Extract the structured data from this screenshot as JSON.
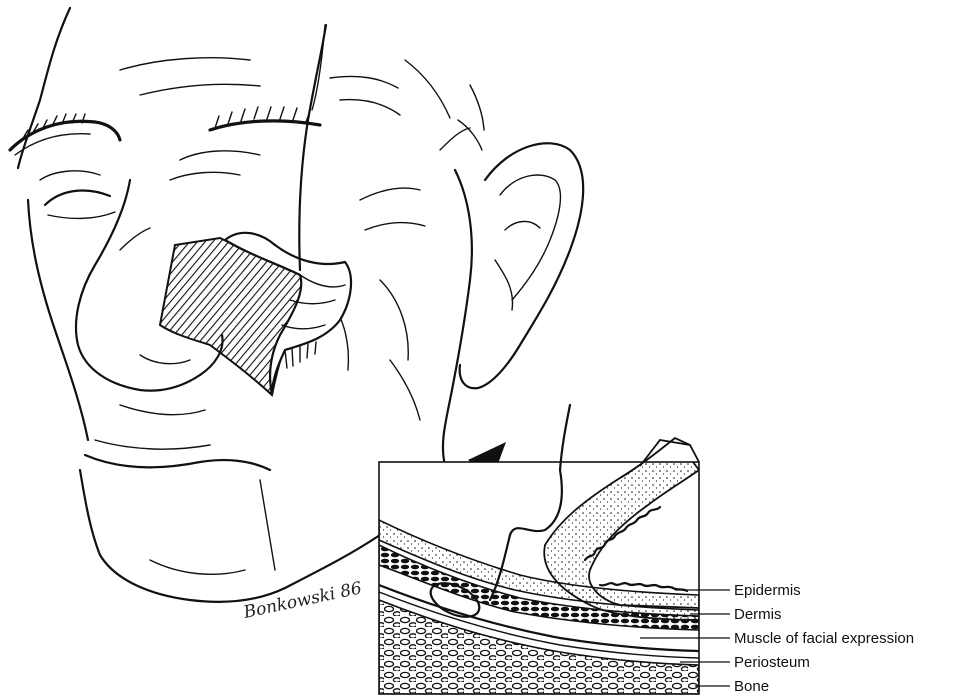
{
  "labels": {
    "epidermis": "Epidermis",
    "dermis": "Dermis",
    "muscle": "Muscle of facial expression",
    "periosteum": "Periosteum",
    "bone": "Bone"
  },
  "signature": "Bonkowski 86",
  "colors": {
    "ink": "#111111",
    "paper": "#ffffff"
  }
}
